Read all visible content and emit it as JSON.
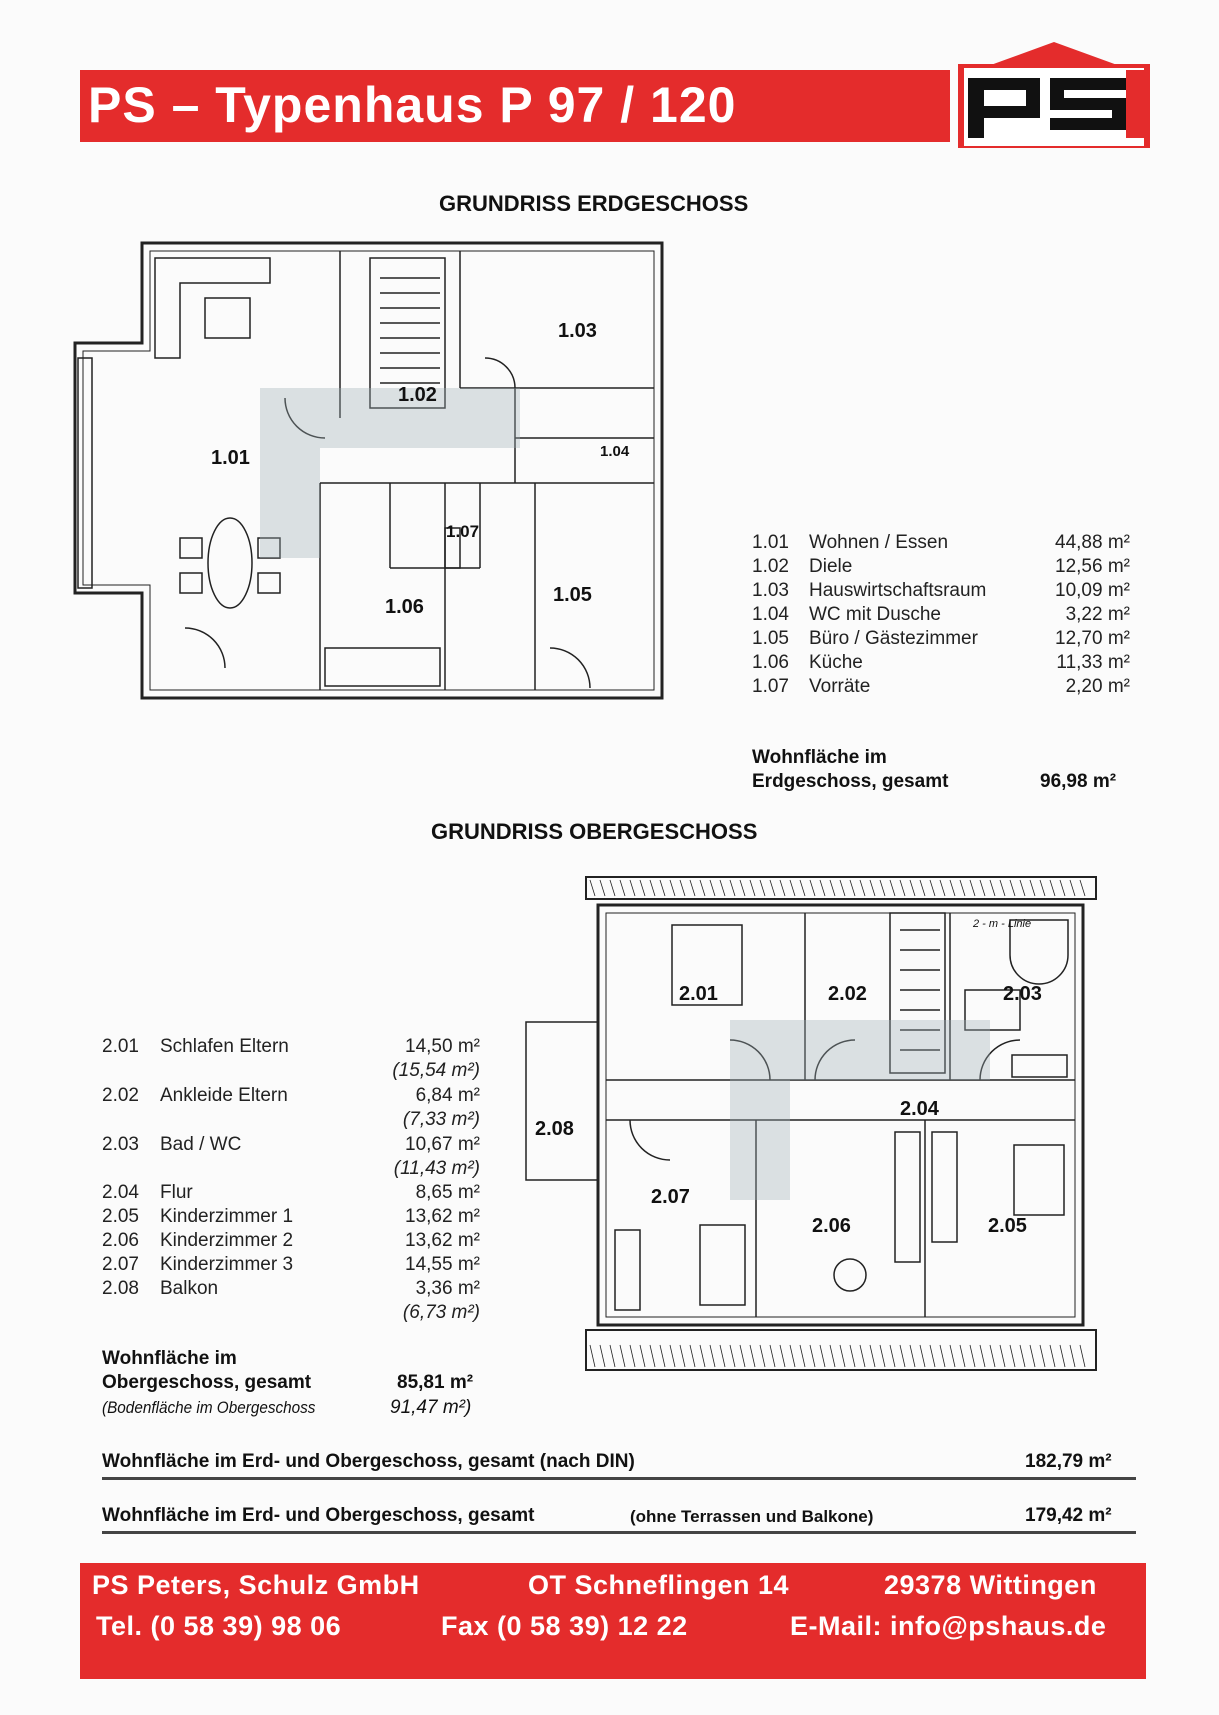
{
  "header": {
    "title": "PS – Typenhaus P 97 / 120"
  },
  "erdgeschoss": {
    "heading": "GRUNDRISS ERDGESCHOSS",
    "plan_labels": [
      "1.01",
      "1.02",
      "1.03",
      "1.04",
      "1.05",
      "1.06",
      "1.07"
    ],
    "rooms": [
      {
        "no": "1.01",
        "name": "Wohnen / Essen",
        "area": "44,88 m²"
      },
      {
        "no": "1.02",
        "name": "Diele",
        "area": "12,56 m²"
      },
      {
        "no": "1.03",
        "name": "Hauswirtschaftsraum",
        "area": "10,09 m²"
      },
      {
        "no": "1.04",
        "name": "WC mit Dusche",
        "area": "3,22 m²"
      },
      {
        "no": "1.05",
        "name": "Büro / Gästezimmer",
        "area": "12,70 m²"
      },
      {
        "no": "1.06",
        "name": "Küche",
        "area": "11,33 m²"
      },
      {
        "no": "1.07",
        "name": "Vorräte",
        "area": "2,20 m²"
      }
    ],
    "total_label_1": "Wohnfläche im",
    "total_label_2": "Erdgeschoss, gesamt",
    "total_value": "96,98 m²"
  },
  "obergeschoss": {
    "heading": "GRUNDRISS OBERGESCHOSS",
    "plan_labels": [
      "2.01",
      "2.02",
      "2.03",
      "2.04",
      "2.05",
      "2.06",
      "2.07",
      "2.08"
    ],
    "line_label": "2 - m - Linie",
    "rooms": [
      {
        "no": "2.01",
        "name": "Schlafen Eltern",
        "area": "14,50 m²",
        "alt": "(15,54 m²)"
      },
      {
        "no": "2.02",
        "name": "Ankleide Eltern",
        "area": "6,84 m²",
        "alt": "(7,33 m²)"
      },
      {
        "no": "2.03",
        "name": "Bad / WC",
        "area": "10,67 m²",
        "alt": "(11,43 m²)"
      },
      {
        "no": "2.04",
        "name": "Flur",
        "area": "8,65 m²"
      },
      {
        "no": "2.05",
        "name": "Kinderzimmer 1",
        "area": "13,62 m²"
      },
      {
        "no": "2.06",
        "name": "Kinderzimmer 2",
        "area": "13,62 m²"
      },
      {
        "no": "2.07",
        "name": "Kinderzimmer 3",
        "area": "14,55 m²"
      },
      {
        "no": "2.08",
        "name": "Balkon",
        "area": "3,36 m²",
        "alt": "(6,73 m²)"
      }
    ],
    "total_label_1": "Wohnfläche im",
    "total_label_2": "Obergeschoss, gesamt",
    "total_value": "85,81 m²",
    "floor_label": "(Bodenfläche im Obergeschoss",
    "floor_value": "91,47 m²)"
  },
  "totals": {
    "din_label": "Wohnfläche im Erd- und Obergeschoss, gesamt (nach DIN)",
    "din_value": "182,79 m²",
    "excl_label": "Wohnfläche im Erd- und Obergeschoss, gesamt",
    "excl_note": "(ohne Terrassen und Balkone)",
    "excl_value": "179,42 m²"
  },
  "footer": {
    "company": "PS Peters, Schulz GmbH",
    "address": "OT Schneflingen 14",
    "city": "29378 Wittingen",
    "tel": "Tel. (0 58 39) 98 06",
    "fax": "Fax (0 58 39) 12 22",
    "email": "E-Mail: info@pshaus.de"
  },
  "colors": {
    "brand_red": "#e42c2c",
    "logo_black": "#111111"
  }
}
